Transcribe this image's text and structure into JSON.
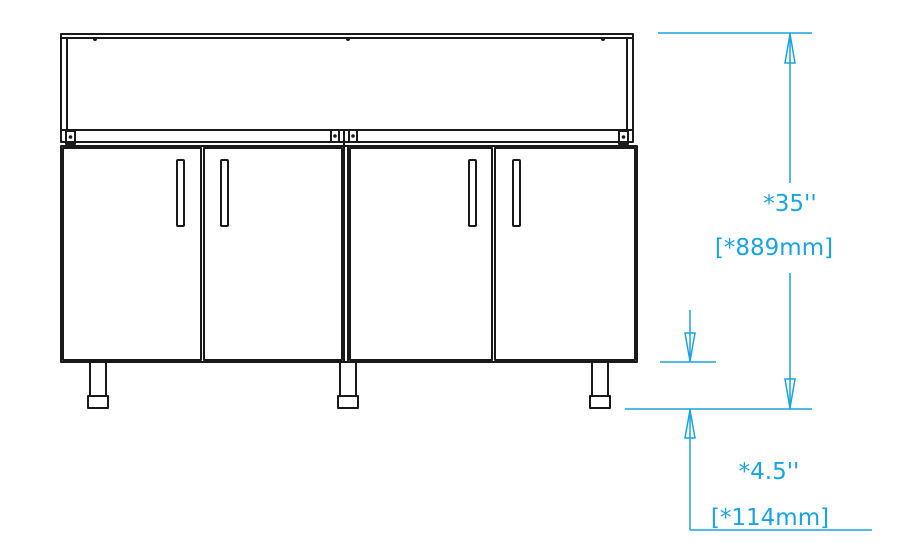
{
  "colors": {
    "outline": "#1a1a1a",
    "dimension": "#1aa3e0",
    "background": "#ffffff"
  },
  "dimensions": {
    "height_in": "*35''",
    "height_mm": "[*889mm]",
    "leg_in": "*4.5''",
    "leg_mm": "[*114mm]"
  }
}
